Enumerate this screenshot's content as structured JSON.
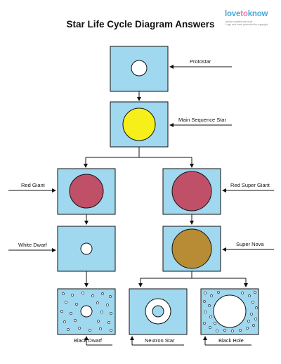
{
  "header": {
    "title": "Star Life Cycle Diagram Answers",
    "logo_part1": "love",
    "logo_part2": "to",
    "logo_part3": "know",
    "logo_tagline1": "advice readers can trust",
    "logo_tagline2": "Logo and mark protected by copyright"
  },
  "stages": {
    "protostar": "Protostar",
    "main_sequence": "Main Sequence Star",
    "red_giant": "Red Giant",
    "red_super_giant": "Red Super Giant",
    "white_dwarf": "White Dwarf",
    "super_nova": "Super Nova",
    "black_dwarf": "Black Dwarf",
    "neutron_star": "Neutron Star",
    "black_hole": "Black Hole"
  },
  "colors": {
    "box_fill": "#9fd8ef",
    "main_sequence_star": "#f7ef1a",
    "giant_star": "#c05068",
    "super_nova": "#b88b35",
    "small_star": "#ffffff"
  }
}
